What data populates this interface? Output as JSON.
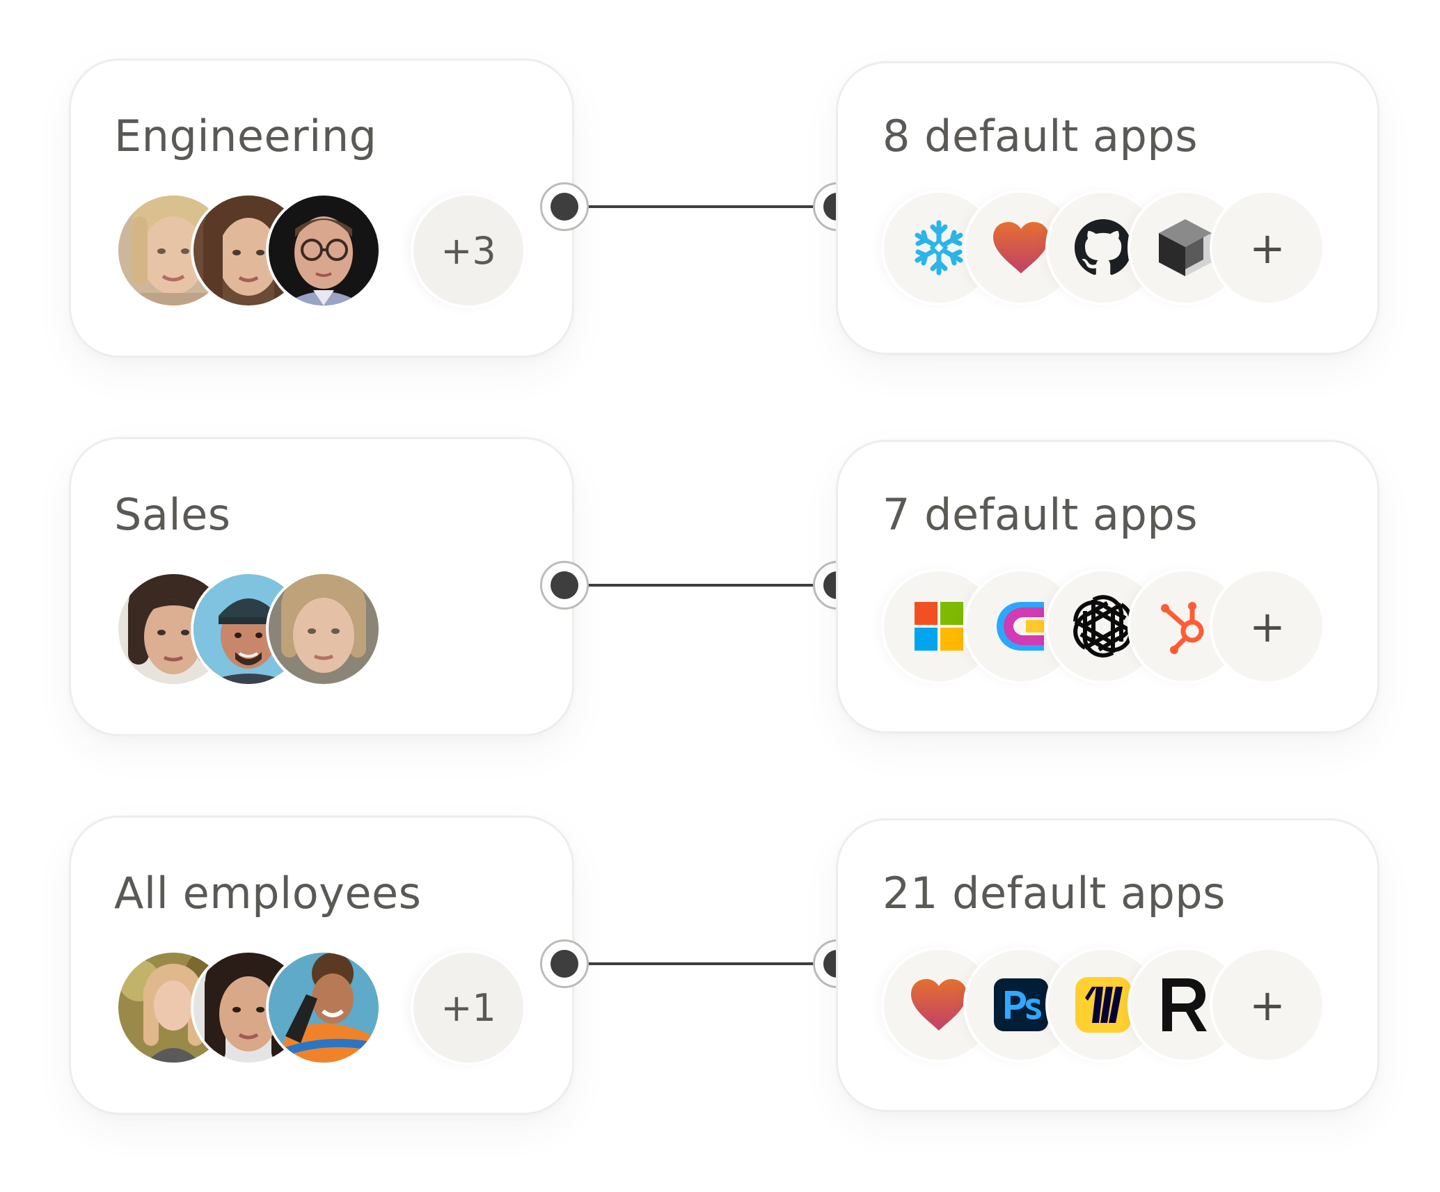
{
  "rows": [
    {
      "group": "Engineering",
      "members_more": "+3",
      "apps_title": "8 default apps",
      "apps": [
        "snowflake-icon",
        "heart-icon",
        "github-icon",
        "cube-icon"
      ],
      "apps_more": "+"
    },
    {
      "group": "Sales",
      "members_more": "",
      "apps_title": "7 default apps",
      "apps": [
        "microsoft-icon",
        "magnet-icon",
        "openai-icon",
        "hubspot-icon"
      ],
      "apps_more": "+"
    },
    {
      "group": "All employees",
      "members_more": "+1",
      "apps_title": "21 default apps",
      "apps": [
        "heart-icon",
        "photoshop-icon",
        "miro-icon",
        "r-icon"
      ],
      "apps_more": "+"
    }
  ],
  "colors": {
    "snowflake": "#29B5E8",
    "heart_top": "#E5702F",
    "heart_bottom": "#C0406A",
    "github": "#1b1f23",
    "hubspot": "#FF5C35",
    "photoshop_bg": "#001E36",
    "photoshop_fg": "#31A8FF",
    "miro": "#FFD02F",
    "connector": "#3e3e3e"
  }
}
